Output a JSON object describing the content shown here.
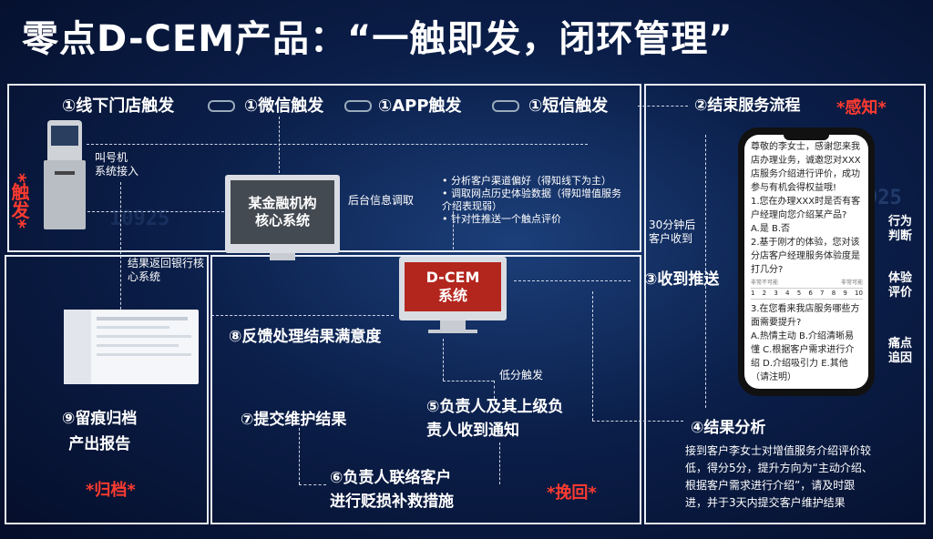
{
  "title": "零点D-CEM产品：“一触即发，闭环管理”",
  "triggers": {
    "offline": "①线下门店触发",
    "wechat": "①微信触发",
    "app": "①APP触发",
    "sms": "①短信触发"
  },
  "trigger_tag": "*触发*",
  "kiosk_label": "叫号机\n系统接入",
  "bank_system": "某金融机构\n核心系统",
  "backend_label": "后台信息调取",
  "analysis_bullets": [
    "分析客户渠道偏好（得知线下为主）",
    "调取网点历史体验数据（得知增值服务介绍表现弱）",
    "针对性推送一个触点评价"
  ],
  "dcem_system": "D-CEM\n系统",
  "result_return": "结果返回银行核\n心系统",
  "steps": {
    "s2": "②结束服务流程",
    "s3": "③收到推送",
    "s4": "④结果分析",
    "s5": "⑤负责人及其上级负\n责人收到通知",
    "s6": "⑥负责人联络客户\n进行贬损补救措施",
    "s7": "⑦提交维护结果",
    "s8": "⑧反馈处理结果满意度",
    "s9": "⑨留痕归档\n产出报告"
  },
  "tags": {
    "perceive": "*感知*",
    "archive": "*归档*",
    "recover": "*挽回*"
  },
  "push_delay": "30分钟后\n客户收到",
  "low_score": "低分触发",
  "phone_text": {
    "greeting": "尊敬的李女士，感谢您来我店办理业务，诚邀您对XXX店服务介绍进行评价，成功参与有机会得权益哦!",
    "q1": "1.您在办理XXX时是否有客户经理向您介绍某产品?",
    "q1_options": "A.是 B.否",
    "q2": "2.基于刚才的体验，您对该分店客户经理服务体验度是打几分?",
    "scale_low": "非常不可能",
    "scale_high": "非常可能",
    "scale": [
      "1",
      "2",
      "3",
      "4",
      "5",
      "6",
      "7",
      "8",
      "9",
      "10"
    ],
    "q3": "3.在您看来我店服务哪些方面需要提升?",
    "q3_options": "A.热情主动 B.介绍清晰易懂 C.根据客户需求进行介绍 D.介绍吸引力 E.其他（请注明）"
  },
  "phone_side_labels": [
    "行为\n判断",
    "体验\n评价",
    "痛点\n追因"
  ],
  "analysis_result": "接到客户李女士对增值服务介绍评价较低，得分5分，提升方向为“主动介绍、根据客户需求进行介绍”，请及时跟进，并于3天内提交客户维护结果",
  "colors": {
    "accent_red": "#ff3b30",
    "dcem_red": "#b3261e",
    "bg": "#0b1f4a"
  }
}
